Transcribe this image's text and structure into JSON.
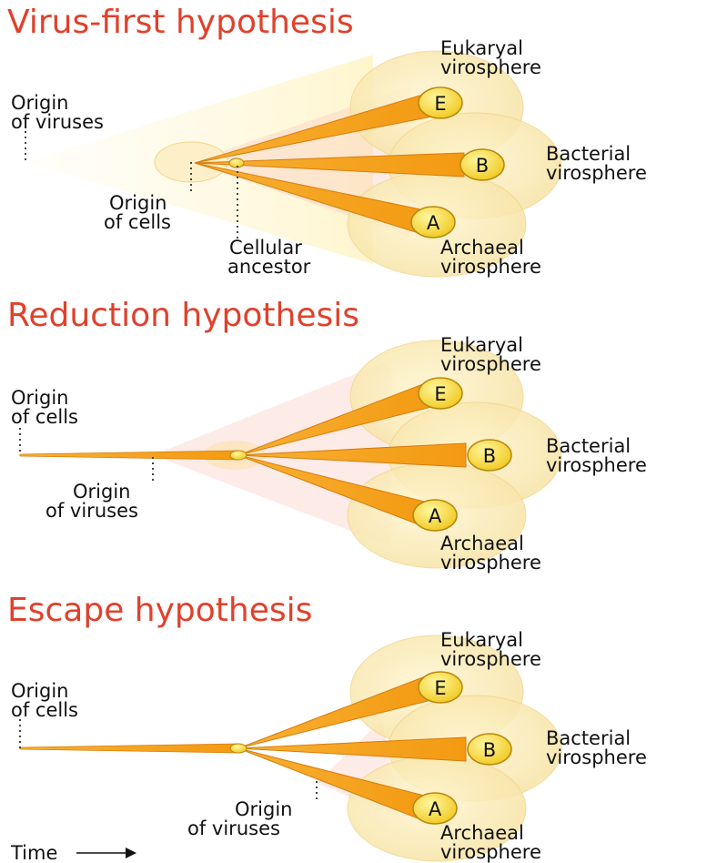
{
  "colors": {
    "title": "#e0412c",
    "text": "#111111",
    "halo": "#fbeab4",
    "halo_edge": "#f1d68c",
    "branch": "#f5a01c",
    "branch_edge": "#d87c0c",
    "node_fill": "#f7dc3c",
    "node_edge": "#b8860b",
    "pink_wedge": "#f9c7b9",
    "yellow_wedge": "#fff2b8"
  },
  "panels": [
    {
      "title": "Virus-first hypothesis",
      "labels": {
        "top_left": [
          "Origin",
          "of viruses"
        ],
        "mid": [
          "Origin",
          "of cells"
        ],
        "ancestor": [
          "Cellular",
          "ancestor"
        ],
        "eukaryal": [
          "Eukaryal",
          "virosphere"
        ],
        "bacterial": [
          "Bacterial",
          "virosphere"
        ],
        "archaeal": [
          "Archaeal",
          "virosphere"
        ]
      },
      "nodes": [
        "E",
        "B",
        "A"
      ]
    },
    {
      "title": "Reduction hypothesis",
      "labels": {
        "top_left": [
          "Origin",
          "of cells"
        ],
        "mid": [
          "Origin",
          "of viruses"
        ],
        "eukaryal": [
          "Eukaryal",
          "virosphere"
        ],
        "bacterial": [
          "Bacterial",
          "virosphere"
        ],
        "archaeal": [
          "Archaeal",
          "virosphere"
        ]
      },
      "nodes": [
        "E",
        "B",
        "A"
      ]
    },
    {
      "title": "Escape hypothesis",
      "labels": {
        "top_left": [
          "Origin",
          "of cells"
        ],
        "mid": [
          "Origin",
          "of viruses"
        ],
        "eukaryal": [
          "Eukaryal",
          "virosphere"
        ],
        "bacterial": [
          "Bacterial",
          "virosphere"
        ],
        "archaeal": [
          "Archaeal",
          "virosphere"
        ]
      },
      "nodes": [
        "E",
        "B",
        "A"
      ],
      "time_label": "Time"
    }
  ]
}
